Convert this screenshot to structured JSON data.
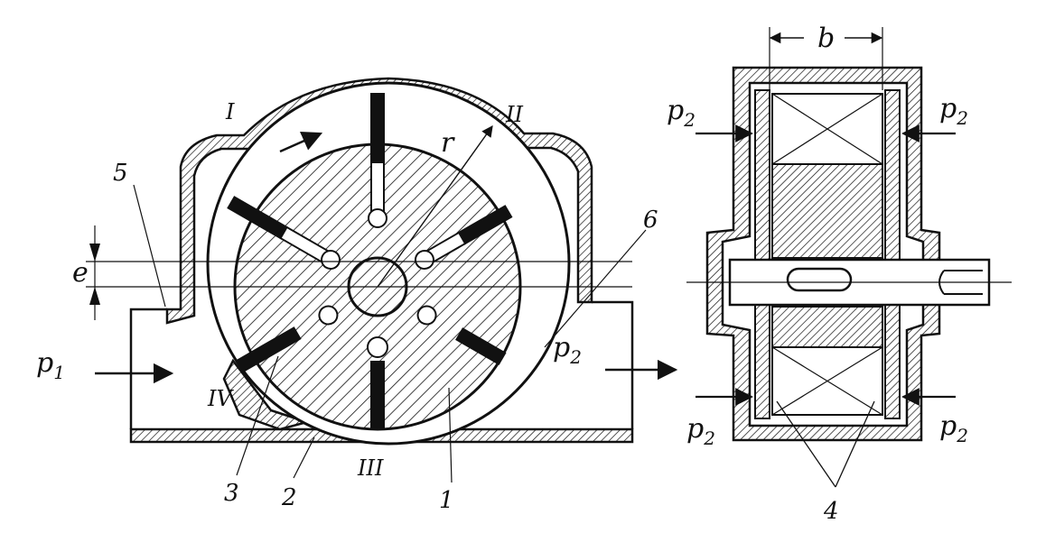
{
  "labels": {
    "p1": "p",
    "p1_sub": "1",
    "p2_main": "p",
    "p2_main_sub": "2",
    "p2_side_tl": "p",
    "p2_side_tl_sub": "2",
    "p2_side_tr": "p",
    "p2_side_tr_sub": "2",
    "p2_side_bl": "p",
    "p2_side_bl_sub": "2",
    "p2_side_br": "p",
    "p2_side_br_sub": "2",
    "e": "e",
    "r": "r",
    "b": "b",
    "zone_1": "I",
    "zone_2": "II",
    "zone_3": "III",
    "zone_4": "IV",
    "part_1": "1",
    "part_2": "2",
    "part_3": "3",
    "part_4": "4",
    "part_5": "5",
    "part_6": "6"
  },
  "colors": {
    "ink": "#111111",
    "paper": "#ffffff"
  }
}
